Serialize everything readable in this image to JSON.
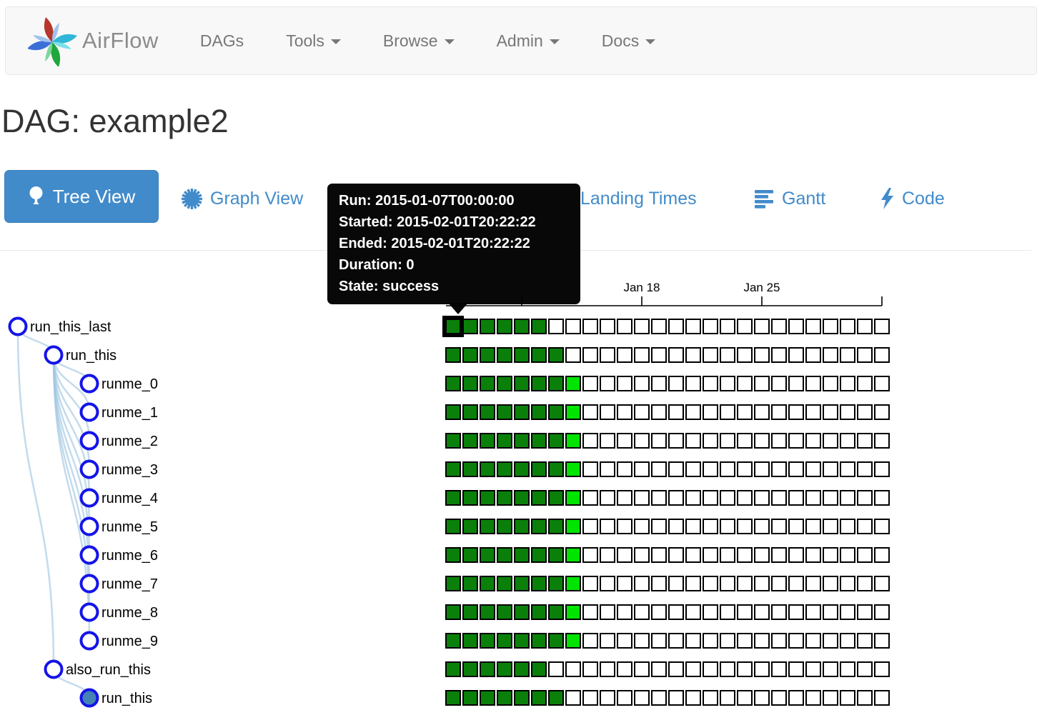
{
  "navbar": {
    "brand": "AirFlow",
    "items": [
      {
        "label": "DAGs",
        "dropdown": false
      },
      {
        "label": "Tools",
        "dropdown": true
      },
      {
        "label": "Browse",
        "dropdown": true
      },
      {
        "label": "Admin",
        "dropdown": true
      },
      {
        "label": "Docs",
        "dropdown": true
      }
    ]
  },
  "page": {
    "title": "DAG: example2"
  },
  "tabs": [
    {
      "label": "Tree View",
      "icon": "tree-icon",
      "active": true
    },
    {
      "label": "Graph View",
      "icon": "certificate-icon",
      "active": false
    },
    {
      "label": "Landing Times",
      "icon": null,
      "active": false
    },
    {
      "label": "Gantt",
      "icon": "align-left-icon",
      "active": false
    },
    {
      "label": "Code",
      "icon": "bolt-icon",
      "active": false
    }
  ],
  "tooltip": {
    "lines": [
      "Run: 2015-01-07T00:00:00",
      "Started: 2015-02-01T20:22:22",
      "Ended: 2015-02-01T20:22:22",
      "Duration: 0",
      "State: success"
    ],
    "bg": "#000000",
    "text_color": "#ffffff"
  },
  "accent": {
    "link_blue": "#428bca",
    "button_bg": "#428bca",
    "button_border": "#357ebd"
  },
  "chart_data": {
    "type": "heatmap",
    "description": "Airflow tree view for DAG example2: task rows by daily DAG-run columns; squares show task instance state",
    "num_columns": 26,
    "first_column_date": "2015-01-07",
    "axis_ticks": [
      {
        "col": 5,
        "label": ""
      },
      {
        "col": 12,
        "label": "Jan 18"
      },
      {
        "col": 19,
        "label": "Jan 25"
      },
      {
        "col": 26,
        "label": ""
      }
    ],
    "state_legend": {
      "s": "success",
      "r": "running",
      "-": "none"
    },
    "rows": [
      {
        "task": "run_this_last",
        "depth": 0,
        "parent": null,
        "states": "ssssss--------------------",
        "hovered_col": 1
      },
      {
        "task": "run_this",
        "depth": 1,
        "parent": 0,
        "states": "sssssss-------------------"
      },
      {
        "task": "runme_0",
        "depth": 2,
        "parent": 1,
        "states": "sssssssr------------------"
      },
      {
        "task": "runme_1",
        "depth": 2,
        "parent": 1,
        "states": "sssssssr------------------"
      },
      {
        "task": "runme_2",
        "depth": 2,
        "parent": 1,
        "states": "sssssssr------------------"
      },
      {
        "task": "runme_3",
        "depth": 2,
        "parent": 1,
        "states": "sssssssr------------------"
      },
      {
        "task": "runme_4",
        "depth": 2,
        "parent": 1,
        "states": "sssssssr------------------"
      },
      {
        "task": "runme_5",
        "depth": 2,
        "parent": 1,
        "states": "sssssssr------------------"
      },
      {
        "task": "runme_6",
        "depth": 2,
        "parent": 1,
        "states": "sssssssr------------------"
      },
      {
        "task": "runme_7",
        "depth": 2,
        "parent": 1,
        "states": "sssssssr------------------"
      },
      {
        "task": "runme_8",
        "depth": 2,
        "parent": 1,
        "states": "sssssssr------------------"
      },
      {
        "task": "runme_9",
        "depth": 2,
        "parent": 1,
        "states": "sssssssr------------------"
      },
      {
        "task": "also_run_this",
        "depth": 1,
        "parent": 0,
        "states": "ssssss--------------------"
      },
      {
        "task": "run_this",
        "depth": 2,
        "parent": 12,
        "states": "sssssss-------------------",
        "node_filled": true
      }
    ],
    "colors": {
      "success": "#0a800a",
      "running": "#00e400",
      "none": "#ffffff",
      "square_border": "#000000",
      "node_stroke": "#1414e8",
      "node_fill": "#ffffff",
      "node_collapsed_fill": "#4682b4",
      "link": "#a2c8e2",
      "axis": "#000000",
      "label": "#000000"
    }
  }
}
